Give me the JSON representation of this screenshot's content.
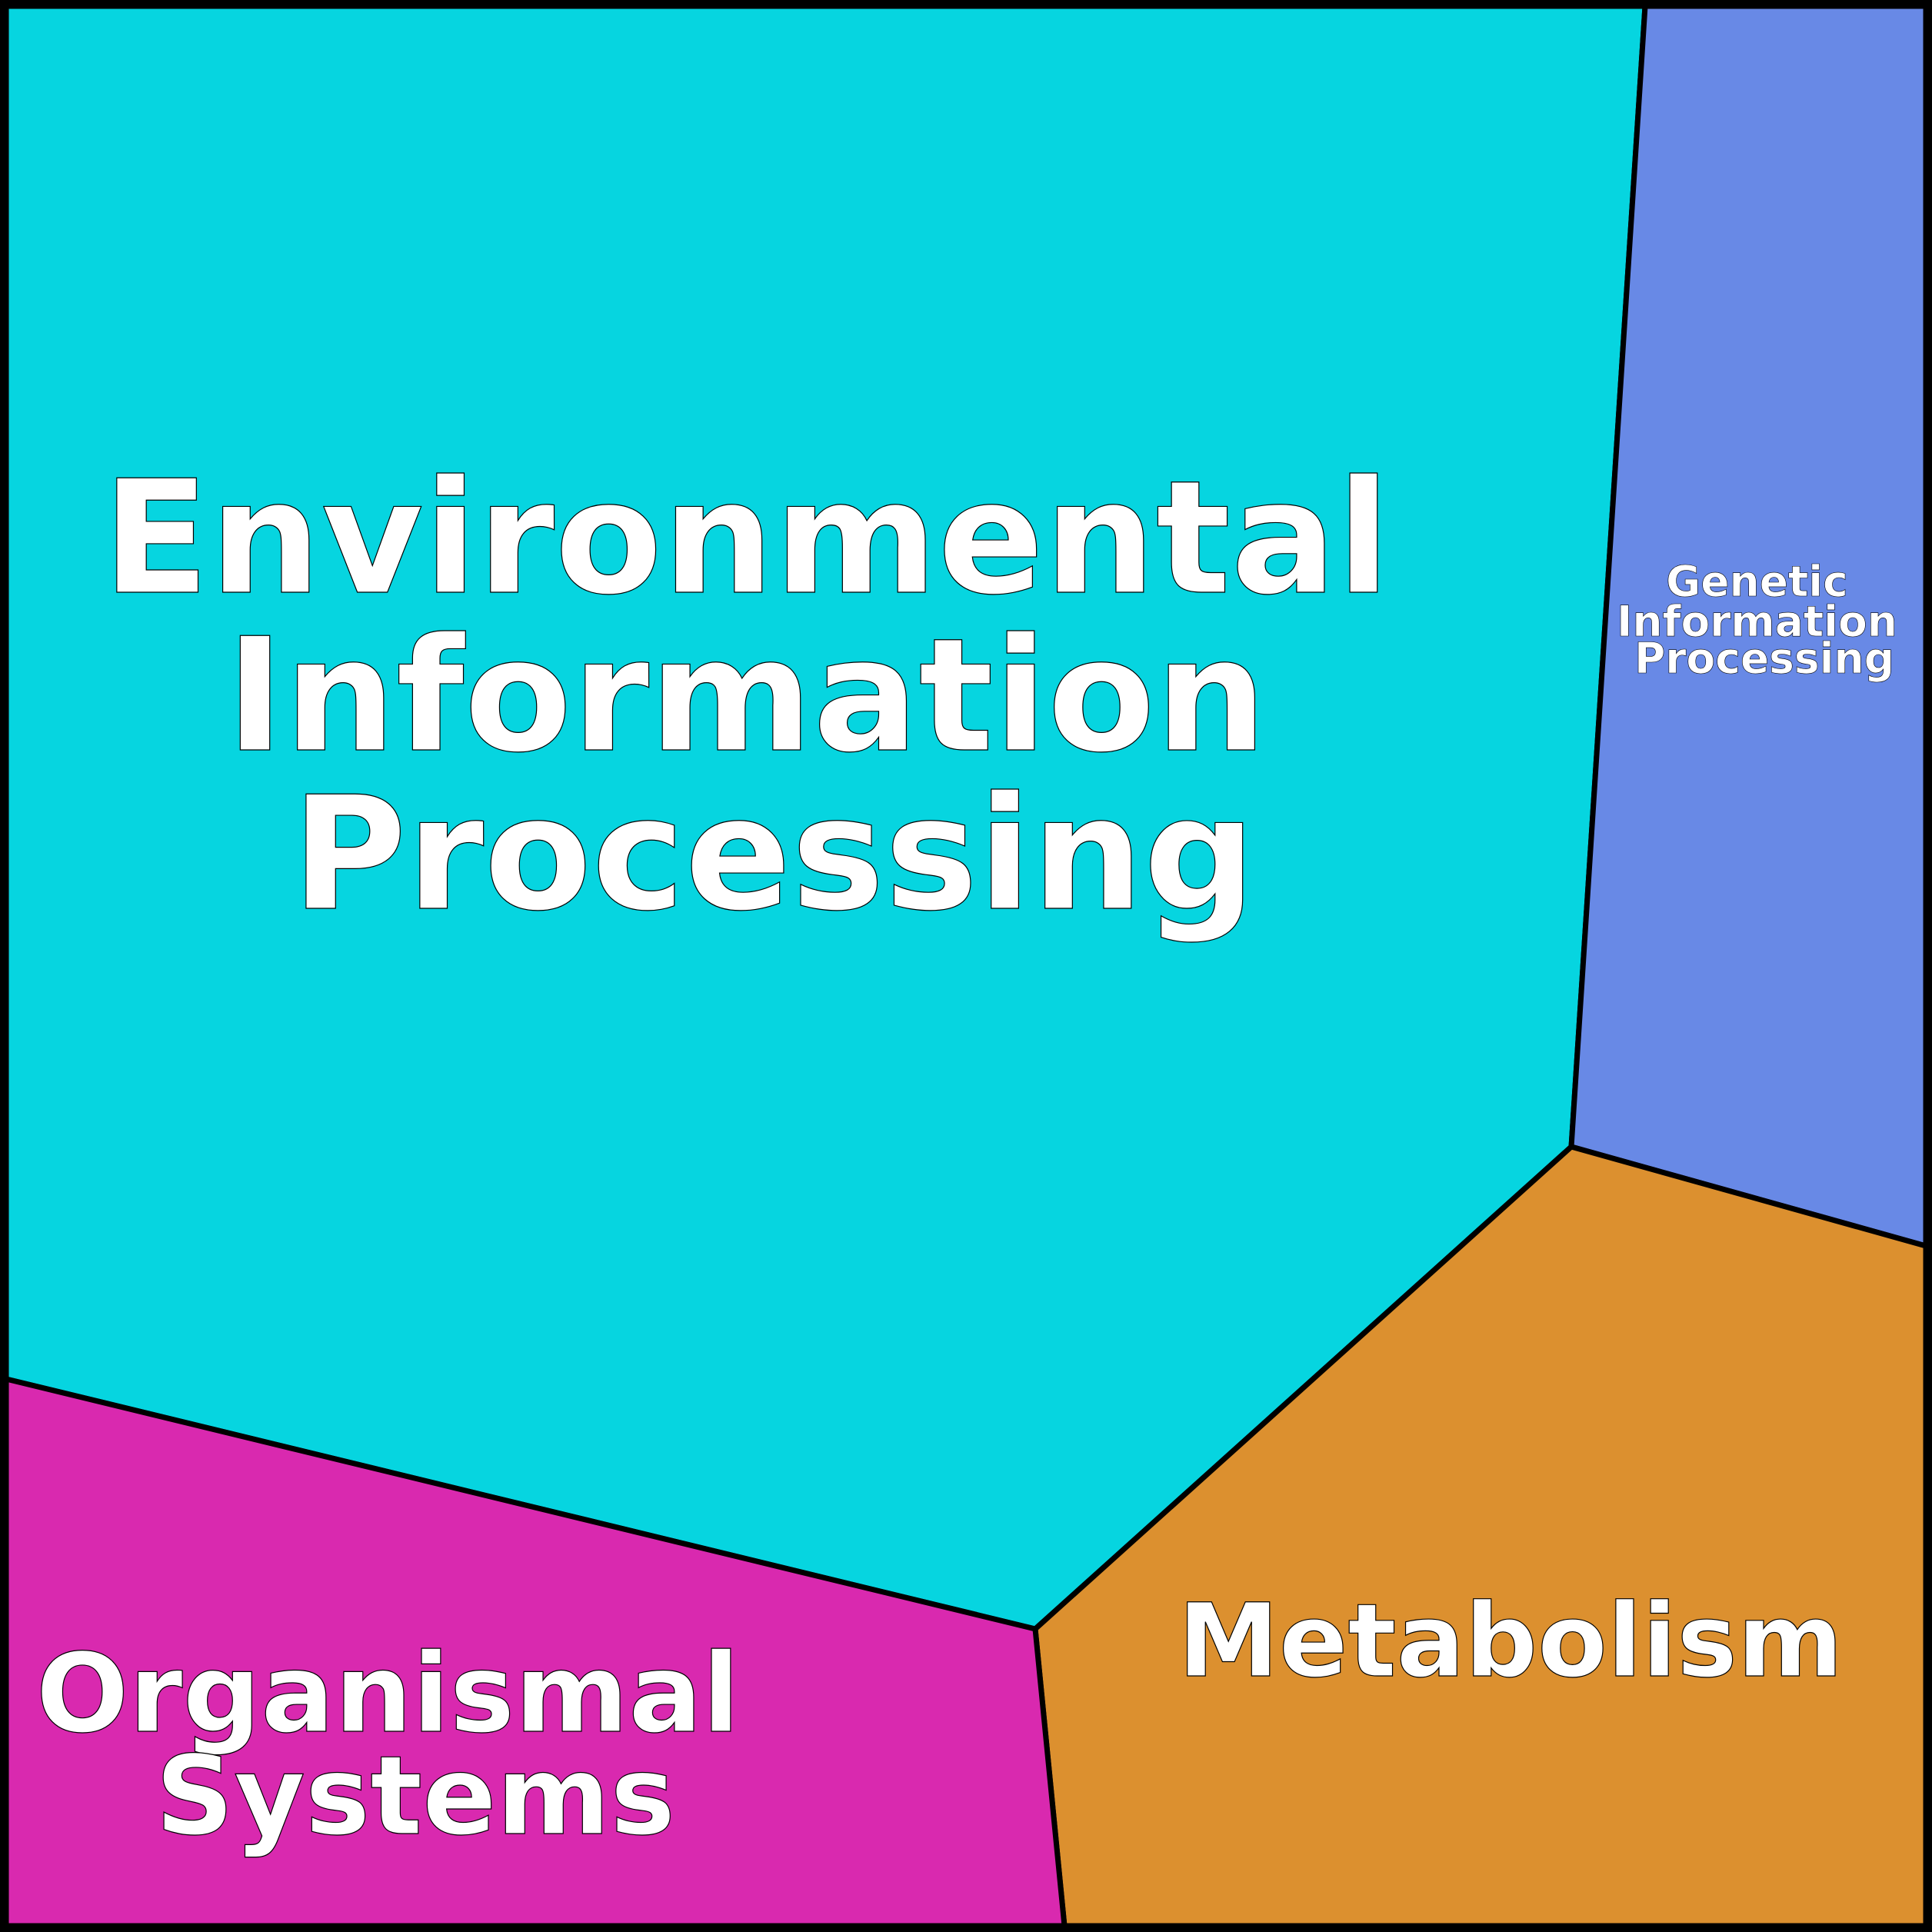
{
  "title": "",
  "cells": {
    "environmental": {
      "lines": [
        "Environmental",
        "Information",
        "Processing"
      ],
      "color": "#06D5E0"
    },
    "genetic": {
      "lines": [
        "Genetic",
        "Information",
        "Processing"
      ],
      "color": "#6889E6"
    },
    "metabolism": {
      "lines": [
        "Metabolism"
      ],
      "color": "#DC902F"
    },
    "organismal": {
      "lines": [
        "Organismal",
        "Systems"
      ],
      "color": "#D929AF"
    }
  }
}
